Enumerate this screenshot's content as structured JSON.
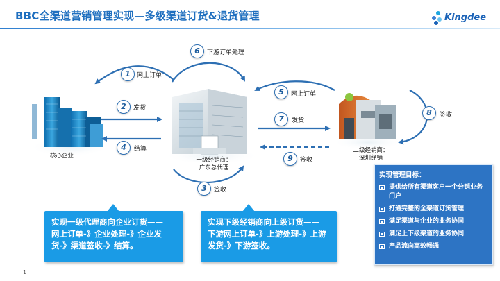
{
  "title": "BBC全渠道营销管理实现—多级渠道订货&退货管理",
  "logo": {
    "text": "Kingdee"
  },
  "nodes": {
    "core": "核心企业",
    "agent_line1": "一级经销商：",
    "agent_line2": "广东总代理",
    "sub_line1": "二级经销商：",
    "sub_line2": "深圳经销"
  },
  "steps": [
    {
      "num": "1",
      "label": "网上订单"
    },
    {
      "num": "2",
      "label": "发货"
    },
    {
      "num": "3",
      "label": "签收"
    },
    {
      "num": "4",
      "label": "结算"
    },
    {
      "num": "5",
      "label": "网上订单"
    },
    {
      "num": "6",
      "label": "下游订单处理"
    },
    {
      "num": "7",
      "label": "发货"
    },
    {
      "num": "8",
      "label": "签收"
    },
    {
      "num": "9",
      "label": "签收"
    }
  ],
  "callouts": [
    {
      "head": "实现一级代理商向企业订货——",
      "body": "网上订单-》企业处理-》企业发货-》渠道签收-》结算。"
    },
    {
      "head": "实现下级经销商向上级订货——",
      "body": "下游网上订单-》上游处理-》上游发货-》下游签收。"
    }
  ],
  "goals": {
    "title": "实现管理目标：",
    "items": [
      "提供给所有渠道客户一个分销业务门户",
      "打通完整的全渠道订货管理",
      "满足渠道与企业的业务协同",
      "满足上下级渠道的业务协同",
      "产品流向高效畅通"
    ]
  },
  "page_number": "1",
  "colors": {
    "accent": "#1f6fbf",
    "callout": "#1a9be6",
    "goals_bg": "#2d74c4",
    "arrow": "#2d6fb3"
  }
}
